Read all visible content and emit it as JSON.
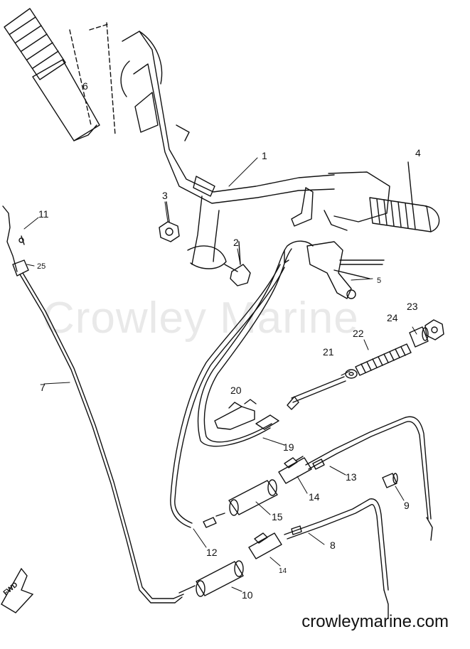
{
  "watermark": "Crowley Marine",
  "footer_url": "crowleymarine.com",
  "fwd_label": "FWD",
  "parts": [
    {
      "id": "1",
      "label": "1"
    },
    {
      "id": "2",
      "label": "2"
    },
    {
      "id": "3",
      "label": "3"
    },
    {
      "id": "4",
      "label": "4"
    },
    {
      "id": "5",
      "label": "5"
    },
    {
      "id": "6",
      "label": "6"
    },
    {
      "id": "7",
      "label": "7"
    },
    {
      "id": "8",
      "label": "8"
    },
    {
      "id": "9",
      "label": "9"
    },
    {
      "id": "10",
      "label": "10"
    },
    {
      "id": "11",
      "label": "11"
    },
    {
      "id": "12",
      "label": "12"
    },
    {
      "id": "13",
      "label": "13"
    },
    {
      "id": "14a",
      "label": "14"
    },
    {
      "id": "14b",
      "label": "14"
    },
    {
      "id": "15",
      "label": "15"
    },
    {
      "id": "19",
      "label": "19"
    },
    {
      "id": "20",
      "label": "20"
    },
    {
      "id": "21",
      "label": "21"
    },
    {
      "id": "22",
      "label": "22"
    },
    {
      "id": "23",
      "label": "23"
    },
    {
      "id": "24",
      "label": "24"
    },
    {
      "id": "25",
      "label": "25"
    }
  ]
}
